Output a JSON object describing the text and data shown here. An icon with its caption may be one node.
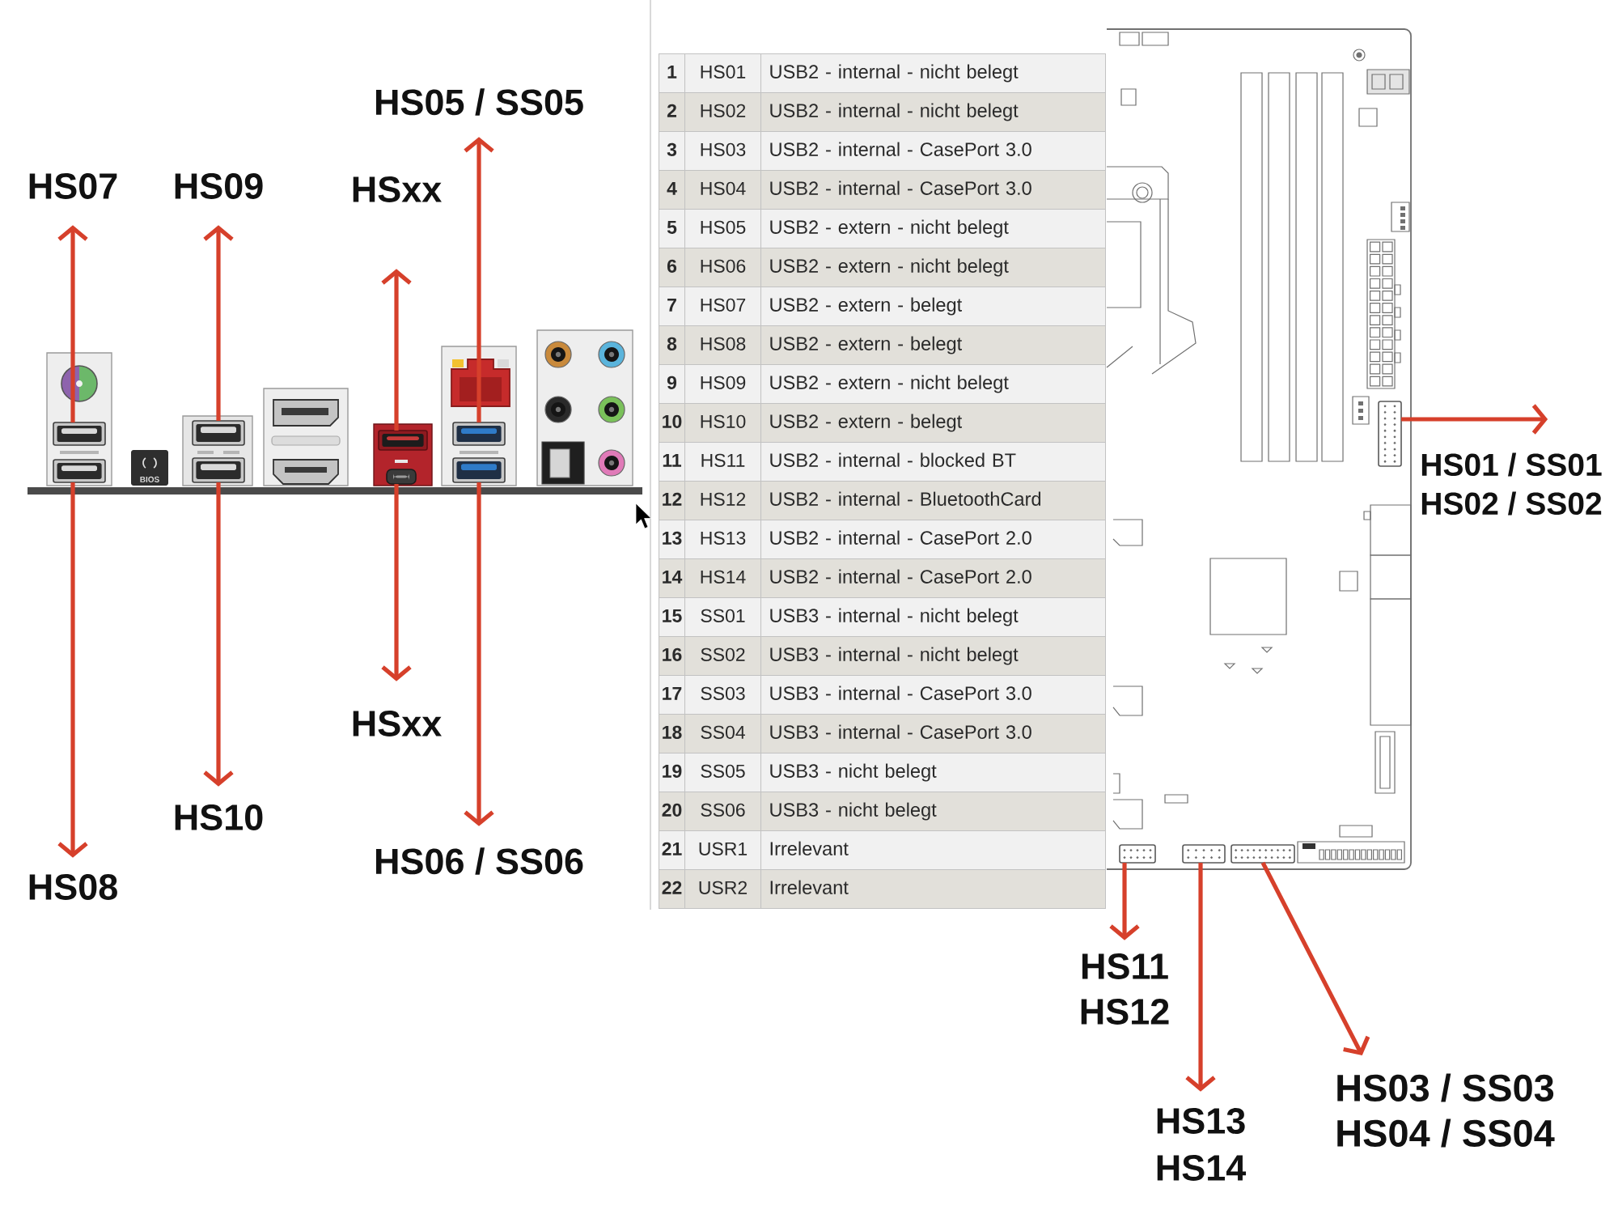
{
  "diagram": {
    "nodes": [
      {
        "text": [
          "HS05 / SS05"
        ]
      },
      {
        "text": [
          "HS07"
        ]
      },
      {
        "text": [
          "HS09"
        ]
      },
      {
        "text": [
          "HSxx"
        ]
      },
      {
        "text": [],
        "shape": "box"
      },
      {
        "text": [],
        "shape": "box"
      },
      {
        "text": [],
        "shape": "box"
      },
      {
        "text": [],
        "shape": "box"
      },
      {
        "text": [],
        "shape": "box"
      },
      {
        "text": [],
        "shape": "box"
      },
      {
        "text": [],
        "shape": "box"
      },
      {
        "text": [],
        "shape": "box"
      },
      {
        "text": [
          "HSxx"
        ]
      },
      {
        "text": [
          "HS10"
        ]
      },
      {
        "text": [
          "HS06 / SS06"
        ]
      },
      {
        "text": [
          "HS08"
        ]
      },
      {
        "text": [],
        "shape": "box"
      },
      {
        "text": [
          "HS01 / SS01",
          "HS02 / SS02"
        ]
      },
      {
        "text": [],
        "shape": "box"
      },
      {
        "text": [],
        "shape": "box"
      },
      {
        "text": [],
        "shape": "box"
      },
      {
        "text": [
          "HS11",
          "HS12"
        ]
      },
      {
        "text": [
          "HS13",
          "HS14"
        ]
      },
      {
        "text": [
          "HS03 / SS03",
          "HS04 / SS04"
        ]
      }
    ],
    "edges": [
      {
        "from": 4,
        "to": 1,
        "arrow": "to"
      },
      {
        "from": 5,
        "to": 15,
        "arrow": "to"
      },
      {
        "from": 6,
        "to": 2,
        "arrow": "to"
      },
      {
        "from": 7,
        "to": 13,
        "arrow": "to"
      },
      {
        "from": 8,
        "to": 3,
        "arrow": "to"
      },
      {
        "from": 9,
        "to": 12,
        "arrow": "to"
      },
      {
        "from": 10,
        "to": 0,
        "arrow": "to"
      },
      {
        "from": 11,
        "to": 14,
        "arrow": "to"
      },
      {
        "from": 16,
        "to": 17,
        "arrow": "to"
      },
      {
        "from": 18,
        "to": 21,
        "arrow": "to"
      },
      {
        "from": 19,
        "to": 22,
        "arrow": "to"
      },
      {
        "from": 20,
        "to": 23,
        "arrow": "to"
      }
    ],
    "labels": [
      "BIOS",
      "1",
      "HS01",
      "USB2 - internal - nicht belegt",
      "2",
      "HS02",
      "USB2 - internal - nicht belegt",
      "3",
      "HS03",
      "USB2 - internal - CasePort 3.0",
      "4",
      "HS04",
      "USB2 - internal - CasePort 3.0",
      "5",
      "HS05",
      "USB2 - extern - nicht belegt",
      "6",
      "HS06",
      "USB2 - extern - nicht belegt",
      "7",
      "HS07",
      "USB2 - extern - belegt",
      "8",
      "HS08",
      "USB2 - extern - belegt",
      "9",
      "HS09",
      "USB2 - extern - nicht belegt",
      "10",
      "HS10",
      "USB2 - extern - belegt",
      "11",
      "HS11",
      "USB2 - internal - blocked BT",
      "12",
      "HS12",
      "USB2 - internal - BluetoothCard",
      "13",
      "HS13",
      "USB2 - internal - CasePort 2.0",
      "14",
      "HS14",
      "USB2 - internal - CasePort 2.0",
      "15",
      "SS01",
      "USB3 - internal - nicht belegt",
      "16",
      "SS02",
      "USB3 - internal - nicht belegt",
      "17",
      "SS03",
      "USB3 - internal - CasePort 3.0",
      "18",
      "SS04",
      "USB3 - internal - CasePort 3.0",
      "19",
      "SS05",
      "USB3 - nicht belegt",
      "20",
      "SS06",
      "USB3 - nicht belegt",
      "21",
      "USR1",
      "Irrelevant",
      "22",
      "USR2",
      "Irrelevant"
    ]
  }
}
